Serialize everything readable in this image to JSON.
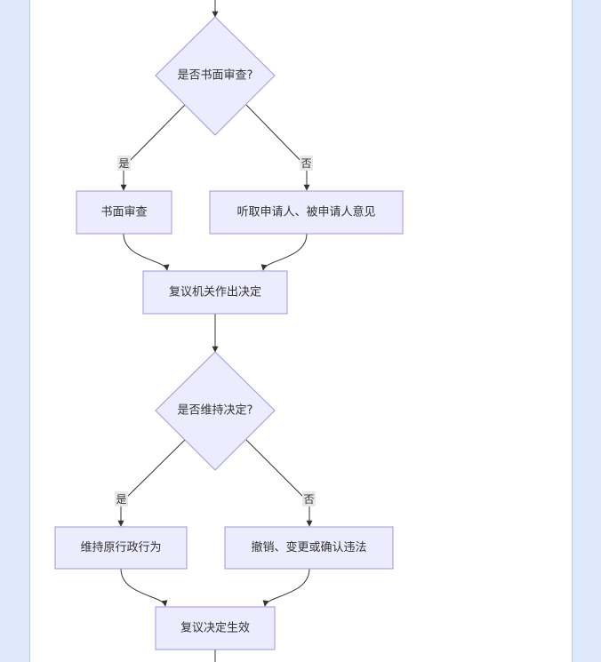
{
  "flowchart": {
    "nodes": {
      "written_review_decision": "是否书面审查?",
      "written_review": "书面审查",
      "hear_opinions": "听取申请人、被申请人意见",
      "agency_decision": "复议机关作出决定",
      "maintain_decision": "是否维持决定?",
      "maintain_action": "维持原行政行为",
      "revoke_change": "撤销、变更或确认违法",
      "decision_effective": "复议决定生效"
    },
    "edge_labels": {
      "yes_1": "是",
      "no_1": "否",
      "yes_2": "是",
      "no_2": "否"
    }
  }
}
